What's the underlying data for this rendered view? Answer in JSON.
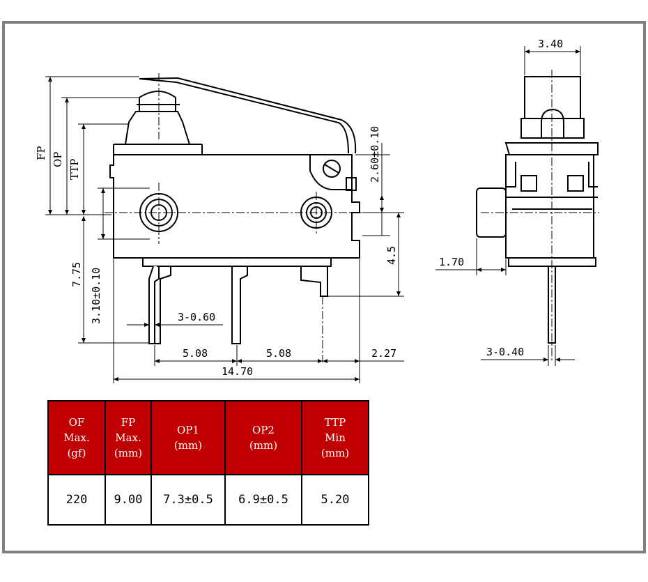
{
  "colors": {
    "frame": "#808080",
    "header_bg": "#c00000",
    "header_text": "#ffffff"
  },
  "front_view": {
    "labels": {
      "fp": "FP",
      "op": "OP",
      "ttp": "TTP"
    },
    "dims": {
      "d_2_60": "2.60±0.10",
      "d_4_5": "4.5",
      "d_7_75": "7.75",
      "d_3_10": "3.10±0.10",
      "d_3_060": "3-0.60",
      "d_5_08_a": "5.08",
      "d_5_08_b": "5.08",
      "d_2_27": "2.27",
      "d_14_70": "14.70"
    }
  },
  "side_view": {
    "dims": {
      "d_3_40": "3.40",
      "d_1_70": "1.70",
      "d_3_040": "3-0.40"
    }
  },
  "table": {
    "headers": [
      [
        "OF",
        "Max.",
        "(gf)"
      ],
      [
        "FP",
        "Max.",
        "(mm)"
      ],
      [
        "OP1",
        "(mm)"
      ],
      [
        "OP2",
        "(mm)"
      ],
      [
        "TTP",
        "Min",
        "(mm)"
      ]
    ],
    "values": [
      "220",
      "9.00",
      "7.3±0.5",
      "6.9±0.5",
      "5.20"
    ]
  }
}
